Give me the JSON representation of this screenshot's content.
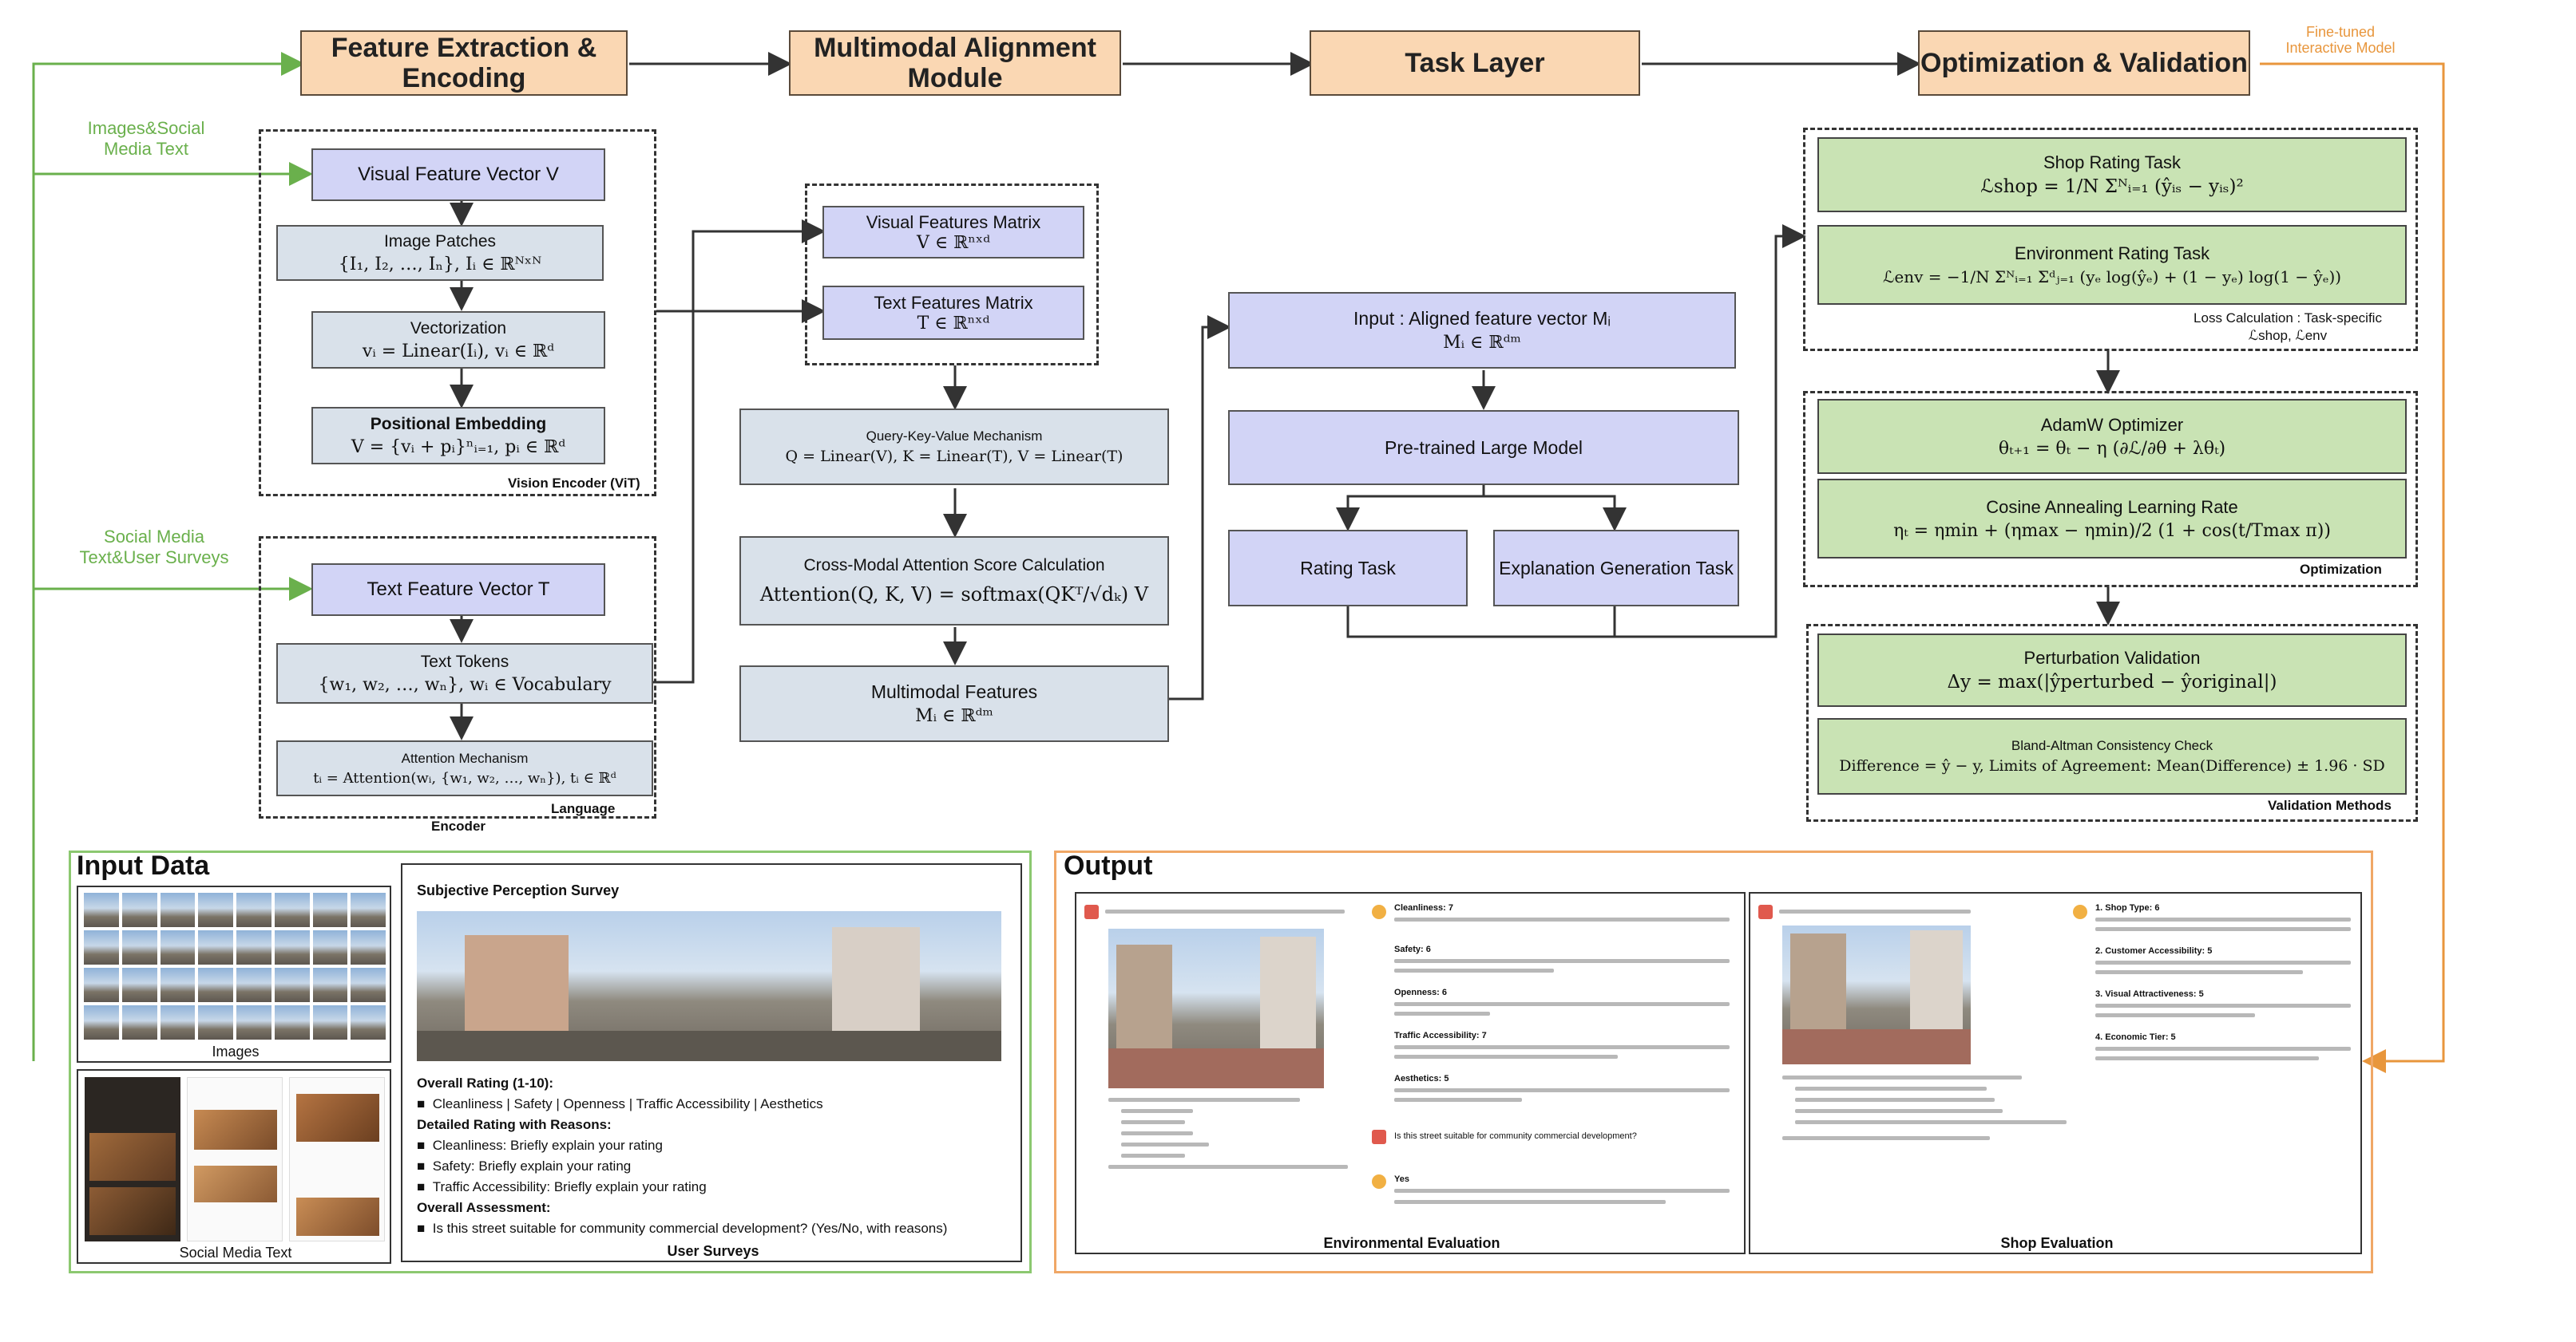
{
  "headers": {
    "feature_extraction": "Feature Extraction & Encoding",
    "multimodal_alignment": "Multimodal Alignment Module",
    "task_layer": "Task Layer",
    "optimization": "Optimization & Validation",
    "fine_tuned": "Fine-tuned Interactive Model"
  },
  "side_labels": {
    "images_social": "Images&Social Media Text",
    "social_surveys": "Social Media Text&User Surveys"
  },
  "vision_encoder": {
    "visual_feature": "Visual Feature Vector V",
    "patches_title": "Image Patches",
    "patches_formula": "{I₁, I₂, …, Iₙ},   Iᵢ ∈ ℝᴺˣᴺ",
    "vectorization_title": "Vectorization",
    "vectorization_formula": "vᵢ = Linear(Iᵢ),   vᵢ ∈ ℝᵈ",
    "positional_title": "Positional Embedding",
    "positional_formula": "V = {vᵢ + pᵢ}ⁿᵢ₌₁,   pᵢ ∈ ℝᵈ",
    "caption": "Vision Encoder (ViT)"
  },
  "language_encoder": {
    "text_feature": "Text Feature Vector T",
    "tokens_title": "Text Tokens",
    "tokens_formula": "{w₁, w₂, …, wₙ},   wᵢ ∈ Vocabulary",
    "attention_title": "Attention Mechanism",
    "attention_formula": "tᵢ = Attention(wᵢ, {w₁, w₂, …, wₙ}),   tᵢ ∈ ℝᵈ",
    "caption_language": "Language",
    "caption_encoder": "Encoder"
  },
  "alignment": {
    "visual_matrix_title": "Visual Features Matrix",
    "visual_matrix_formula": "V ∈ ℝⁿˣᵈ",
    "text_matrix_title": "Text Features Matrix",
    "text_matrix_formula": "T ∈ ℝⁿˣᵈ",
    "qkv_title": "Query-Key-Value Mechanism",
    "qkv_formula": "Q = Linear(V),   K = Linear(T),   V = Linear(T)",
    "attention_title": "Cross-Modal Attention Score Calculation",
    "attention_formula": "Attention(Q, K, V) = softmax(QKᵀ/√dₖ) V",
    "multimodal_title": "Multimodal Features",
    "multimodal_formula": "Mᵢ ∈ ℝᵈᵐ"
  },
  "task": {
    "input_title": "Input : Aligned feature vector Mᵢ",
    "input_formula": "Mᵢ ∈ ℝᵈᵐ",
    "pretrained": "Pre-trained Large Model",
    "rating": "Rating Task",
    "explanation": "Explanation Generation Task"
  },
  "optimization": {
    "shop_title": "Shop Rating Task",
    "shop_formula": "ℒshop = 1/N Σᴺᵢ₌₁ (ŷᵢₛ − yᵢₛ)²",
    "env_title": "Environment Rating Task",
    "env_formula": "ℒenv = −1/N Σᴺᵢ₌₁ Σᵈⱼ₌₁ (yₑ log(ŷₑ) + (1 − yₑ) log(1 − ŷₑ))",
    "loss_caption_1": "Loss Calculation : Task-specific",
    "loss_caption_2": "ℒshop, ℒenv",
    "adamw_title": "AdamW Optimizer",
    "adamw_formula": "θₜ₊₁ = θₜ − η (∂ℒ/∂θ + λθₜ)",
    "cosine_title": "Cosine Annealing Learning Rate",
    "cosine_formula": "ηₜ = ηmin + (ηmax − ηmin)/2 (1 + cos(t/Tmax π))",
    "optimization_caption": "Optimization",
    "perturbation_title": "Perturbation Validation",
    "perturbation_formula": "Δy = max(|ŷperturbed − ŷoriginal|)",
    "bland_title": "Bland-Altman Consistency Check",
    "bland_formula": "Difference = ŷ − y,   Limits of Agreement: Mean(Difference) ± 1.96 · SD",
    "validation_caption": "Validation Methods"
  },
  "input_data": {
    "title": "Input Data",
    "images_caption": "Images",
    "social_caption": "Social Media Text",
    "survey_title": "Subjective Perception Survey",
    "overall_rating": "Overall Rating (1-10):",
    "rating_items": "Cleanliness | Safety | Openness | Traffic Accessibility | Aesthetics",
    "detailed_heading": "Detailed Rating with Reasons:",
    "detail_1": "Cleanliness: Briefly explain your rating",
    "detail_2": "Safety: Briefly explain your rating",
    "detail_3": "Traffic Accessibility: Briefly explain your rating",
    "overall_assessment": "Overall Assessment:",
    "assessment_question": "Is this street suitable for community commercial development? (Yes/No, with reasons)",
    "surveys_caption": "User Surveys"
  },
  "output": {
    "title": "Output",
    "env_caption": "Environmental Evaluation",
    "shop_caption": "Shop Evaluation",
    "env_question": "Is this street suitable for community commercial development?",
    "env_answer_label": "Yes",
    "cleanliness": "Cleanliness: 7",
    "safety": "Safety: 6",
    "openness": "Openness: 6",
    "traffic": "Traffic Accessibility: 7",
    "aesthetics": "Aesthetics: 5",
    "shop_type": "1. Shop Type: 6",
    "customer_access": "2. Customer Accessibility: 5",
    "visual_attract": "3. Visual Attractiveness: 5",
    "economic_tier": "4. Economic Tier: 5"
  }
}
